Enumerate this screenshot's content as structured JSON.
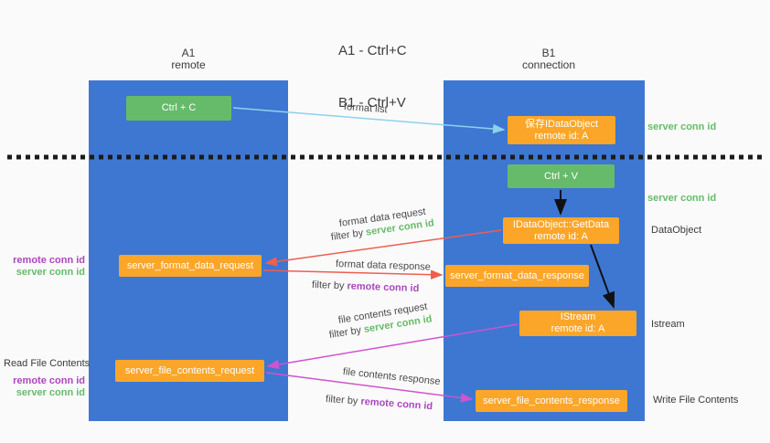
{
  "title": {
    "line1": "A1 - Ctrl+C",
    "line2": "B1 - Ctrl+V"
  },
  "lanes": {
    "left": {
      "header_line1": "A1",
      "header_line2": "remote"
    },
    "right": {
      "header_line1": "B1",
      "header_line2": "connection"
    }
  },
  "boxes": {
    "ctrl_c": {
      "label": "Ctrl + C"
    },
    "save_dataobject": {
      "line1": "保存IDataObject",
      "line2": "remote id: A"
    },
    "ctrl_v": {
      "label": "Ctrl + V"
    },
    "getdata": {
      "line1": "IDataObject::GetData",
      "line2": "remote id: A"
    },
    "format_request": {
      "label": "server_format_data_request"
    },
    "format_response": {
      "label": "server_format_data_response"
    },
    "istream": {
      "line1": "IStream",
      "line2": "remote id: A"
    },
    "file_request": {
      "label": "server_file_contents_request"
    },
    "file_response": {
      "label": "server_file_contents_response"
    }
  },
  "arrow_labels": {
    "format_list": "format list",
    "format_data_request": "format data request",
    "format_data_response": "format data response",
    "file_contents_request": "file contents request",
    "file_contents_response": "file contents response",
    "filter_by": "filter by ",
    "server_conn_id": "server conn id",
    "remote_conn_id": "remote conn id"
  },
  "side_labels": {
    "server_conn_id_top": "server conn id",
    "server_conn_id_mid": "server conn id",
    "dataobject": "DataObject",
    "istream": "Istream",
    "write_file_contents": "Write File Contents",
    "read_file_contents": "Read File Contents",
    "remote_conn_id": "remote conn id",
    "server_conn_id": "server conn id"
  },
  "colors": {
    "lane_blue": "#3d77d2",
    "box_green": "#66bb6a",
    "box_orange": "#fba629",
    "arrow_blue": "#8fd0ee",
    "arrow_salmon": "#ee5f4f",
    "arrow_magenta": "#cf54cf",
    "arrow_black": "#111111",
    "text_green": "#66bb6a",
    "text_purple": "#ab47bc"
  }
}
